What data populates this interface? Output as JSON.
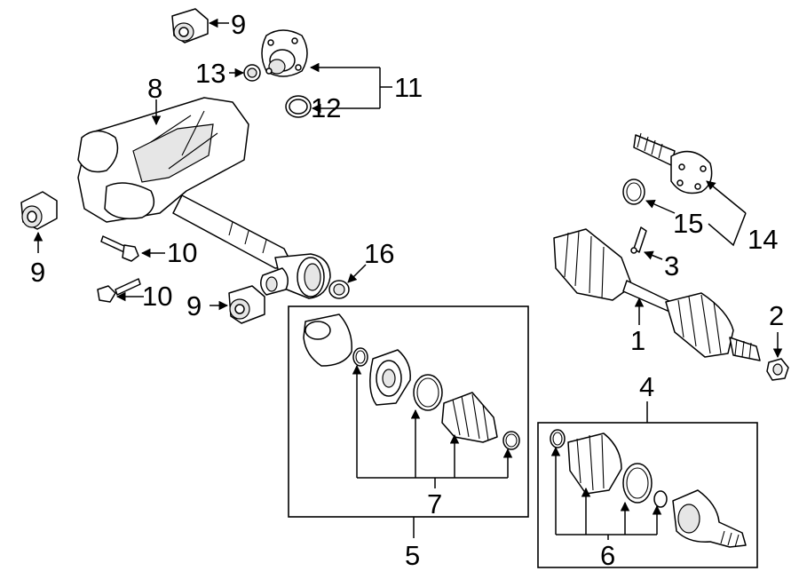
{
  "callouts": {
    "c1": "1",
    "c2": "2",
    "c3": "3",
    "c4": "4",
    "c5": "5",
    "c6": "6",
    "c7": "7",
    "c8": "8",
    "c9a": "9",
    "c9b": "9",
    "c9c": "9",
    "c10a": "10",
    "c10b": "10",
    "c11": "11",
    "c12": "12",
    "c13": "13",
    "c14": "14",
    "c15": "15",
    "c16": "16"
  }
}
